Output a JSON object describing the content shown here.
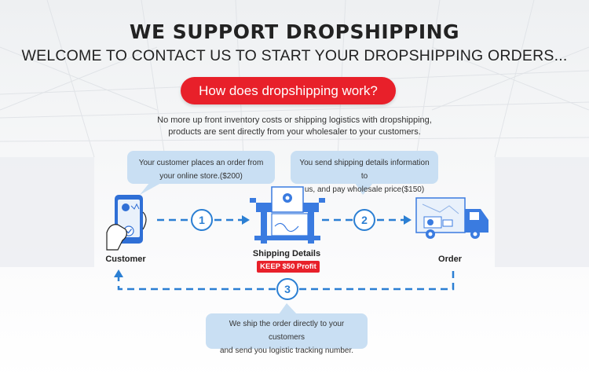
{
  "header": {
    "title": "WE SUPPORT DROPSHIPPING",
    "subtitle": "WELCOME TO CONTACT US TO START YOUR DROPSHIPPING ORDERS..."
  },
  "cta": {
    "label": "How does dropshipping work?"
  },
  "intro": {
    "line1": "No more up front inventory costs or shipping logistics with dropshipping,",
    "line2": "products are sent directly from your wholesaler to your customers."
  },
  "bubbles": {
    "step1": {
      "line1": "Your customer places an order from",
      "line2": "your online store.($200)"
    },
    "step2": {
      "line1": "You send shipping details information to",
      "line2": "us, and pay wholesale price($150)"
    },
    "step3": {
      "line1": "We ship the order directly to your customers",
      "line2": "and send you logistic tracking number."
    }
  },
  "nodes": {
    "customer": "Customer",
    "shipping": "Shipping Details",
    "order": "Order",
    "profit_badge": "KEEP $50 Profit"
  },
  "steps": [
    "1",
    "2",
    "3"
  ],
  "colors": {
    "accent_red": "#e8202a",
    "flow_blue": "#2b7fd3",
    "bubble_blue": "#c9dff3"
  }
}
